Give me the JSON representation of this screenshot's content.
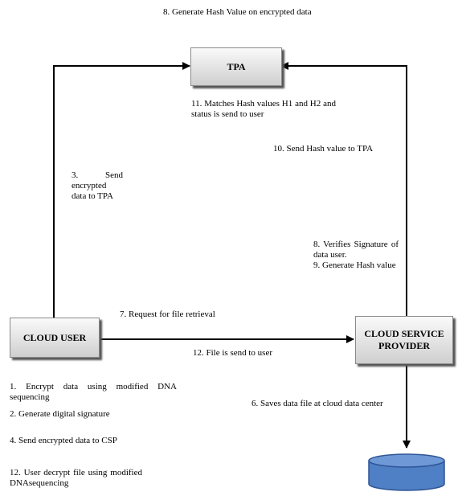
{
  "nodes": {
    "tpa": "TPA",
    "cloud_user": "CLOUD USER",
    "csp": "CLOUD SERVICE PROVIDER"
  },
  "labels": {
    "step8_hash": "8. Generate Hash Value on encrypted data",
    "step11": "11. Matches Hash values H1 and H2 and status is send to user",
    "step10": "10. Send Hash value to TPA",
    "step3": "3. Send encrypted data to TPA",
    "step8_9": {
      "line1": "8. Verifies Signature of data user.",
      "line2": "9. Generate Hash value"
    },
    "step7": "7. Request for file retrieval",
    "step12_send": "12. File is send to user",
    "step6": "6. Saves data file at cloud data center",
    "user_steps": {
      "s1": "1. Encrypt data using modified DNA sequencing",
      "s2": "2. Generate digital signature",
      "s4": "4. Send encrypted data to CSP",
      "s12": "12. User decrypt file using modified DNAsequencing"
    }
  },
  "colors": {
    "database_fill": "#4f7fc4",
    "database_stroke": "#2f5597",
    "box_border": "#8a8a8a",
    "line": "#000000"
  }
}
